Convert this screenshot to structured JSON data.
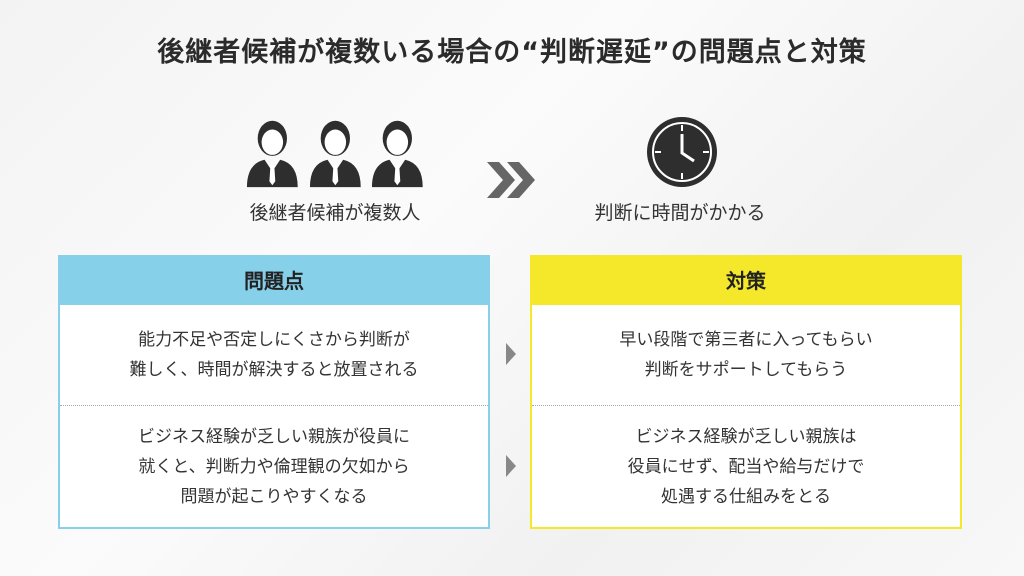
{
  "title": "後継者候補が複数いる場合の“判断遅延”の問題点と対策",
  "top": {
    "left_label": "後継者候補が複数人",
    "right_label": "判断に時間がかかる"
  },
  "problems": {
    "header": "問題点",
    "items": [
      "能力不足や否定しにくさから判断が\n難しく、時間が解決すると放置される",
      "ビジネス経験が乏しい親族が役員に\n就くと、判断力や倫理観の欠如から\n問題が起こりやすくなる"
    ]
  },
  "solutions": {
    "header": "対策",
    "items": [
      "早い段階で第三者に入ってもらい\n判断をサポートしてもらう",
      "ビジネス経験が乏しい親族は\n役員にせず、配当や給与だけで\n処遇する仕組みをとる"
    ]
  },
  "colors": {
    "problems_accent": "#87d0ea",
    "solutions_accent": "#f5e82a"
  }
}
